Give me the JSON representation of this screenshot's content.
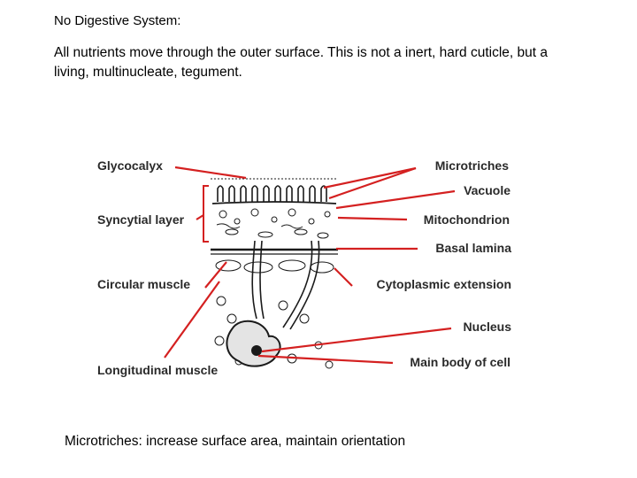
{
  "slide": {
    "title": "No Digestive System:",
    "body": "All nutrients move through the outer surface. This is not a inert, hard cuticle, but a living, multinucleate, tegument.",
    "footer": "Microtriches: increase surface area, maintain orientation"
  },
  "diagram": {
    "labels_left": {
      "glycocalyx": "Glycocalyx",
      "syncytial_layer": "Syncytial layer",
      "circular_muscle": "Circular muscle",
      "longitudinal_muscle": "Longitudinal muscle"
    },
    "labels_right": {
      "microtriches": "Microtriches",
      "vacuole": "Vacuole",
      "mitochondrion": "Mitochondrion",
      "basal_lamina": "Basal lamina",
      "cytoplasmic_extension": "Cytoplasmic extension",
      "nucleus": "Nucleus",
      "main_body_of_cell": "Main body of cell"
    },
    "colors": {
      "leader_line": "#d42020",
      "label_text": "#2a2a2a",
      "drawing_ink": "#1a1a1a"
    }
  }
}
